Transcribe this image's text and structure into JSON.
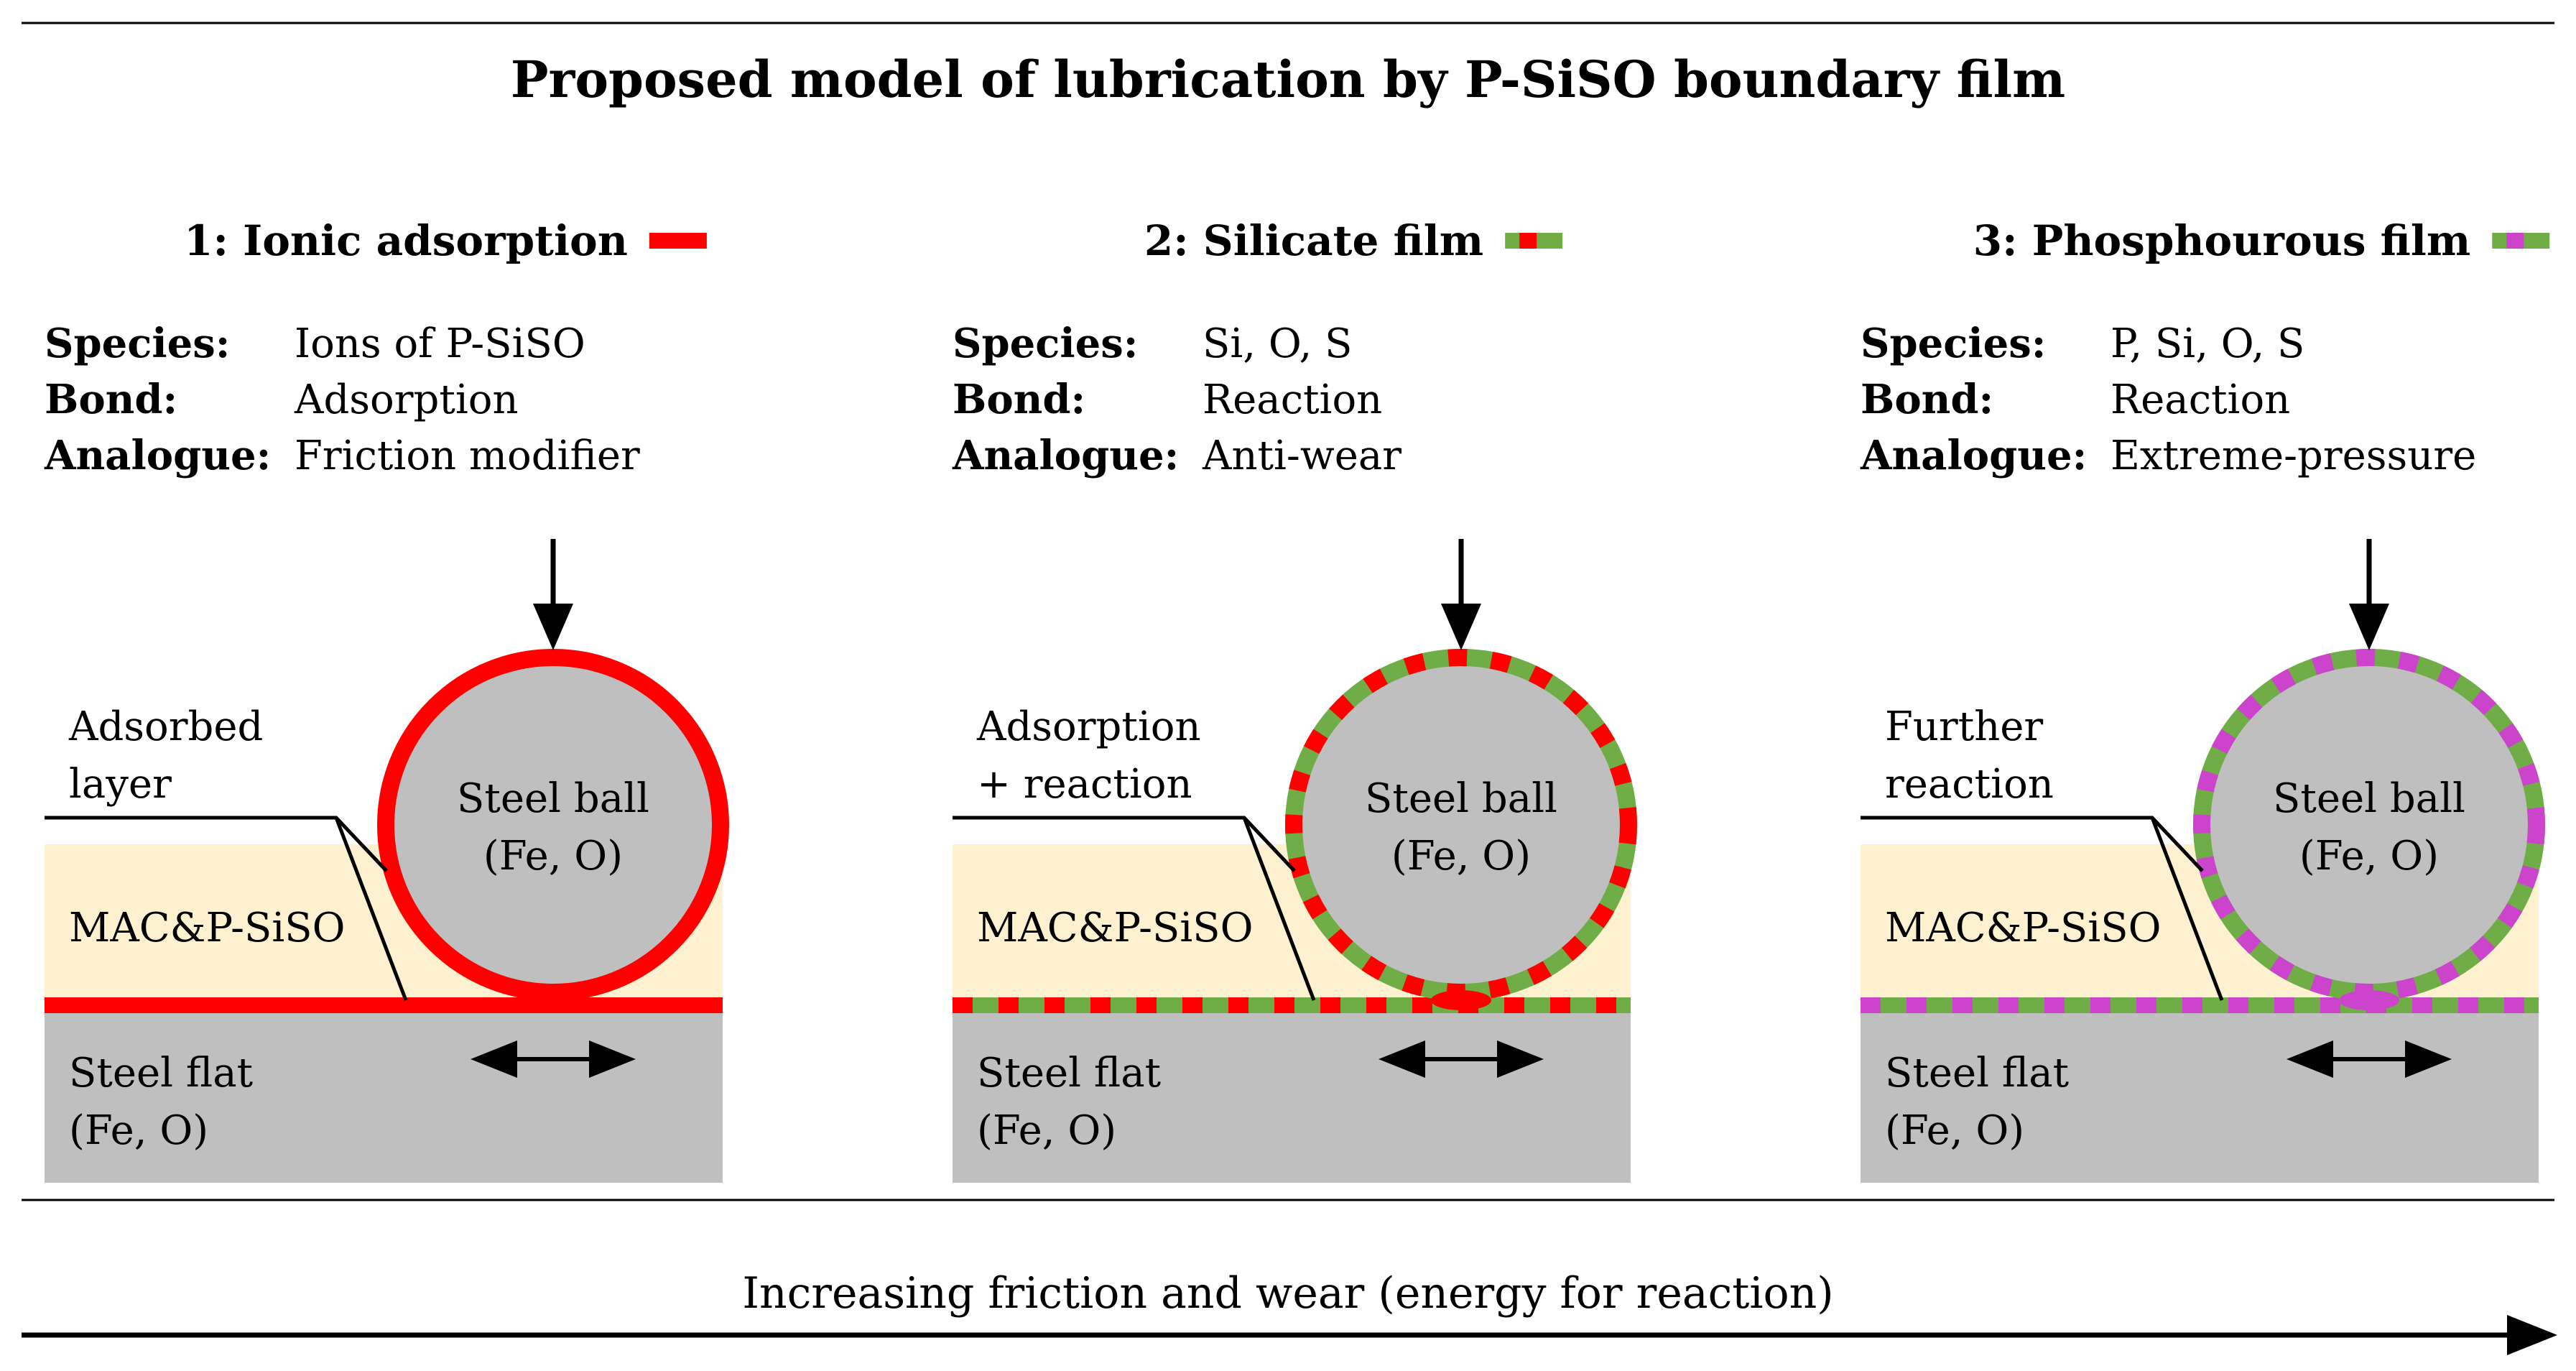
{
  "title": "Proposed model of lubrication by P-SiSO boundary film",
  "footer_label": "Increasing friction and wear (energy for reaction)",
  "colors": {
    "red": "#ff0000",
    "green": "#70ad47",
    "purple": "#cc44cc",
    "oil": "#fdf1cf",
    "steel": "#bfbfbf"
  },
  "panels": [
    {
      "heading": "1: Ionic adsorption",
      "film_style": "red",
      "species_key": "Species:",
      "species_val": "Ions of P-SiSO",
      "bond_key": "Bond:",
      "bond_val": "Adsorption",
      "analogue_key": "Analogue:",
      "analogue_val": "Friction modifier",
      "label_line1": "Adsorbed",
      "label_line2": "layer",
      "ball_line1": "Steel ball",
      "ball_line2": "(Fe, O)",
      "oil_label": "MAC&P-SiSO",
      "flat_line1": "Steel flat",
      "flat_line2": "(Fe, O)"
    },
    {
      "heading": "2: Silicate film",
      "film_style": "green-red",
      "species_key": "Species:",
      "species_val": "Si, O, S",
      "bond_key": "Bond:",
      "bond_val": "Reaction",
      "analogue_key": "Analogue:",
      "analogue_val": "Anti-wear",
      "label_line1": "Adsorption",
      "label_line2": "+ reaction",
      "ball_line1": "Steel ball",
      "ball_line2": "(Fe, O)",
      "oil_label": "MAC&P-SiSO",
      "flat_line1": "Steel flat",
      "flat_line2": "(Fe, O)"
    },
    {
      "heading": "3: Phosphourous film",
      "film_style": "purple-green",
      "species_key": "Species:",
      "species_val": "P, Si, O, S",
      "bond_key": "Bond:",
      "bond_val": "Reaction",
      "analogue_key": "Analogue:",
      "analogue_val": "Extreme-pressure",
      "label_line1": "Further",
      "label_line2": "reaction",
      "ball_line1": "Steel ball",
      "ball_line2": "(Fe, O)",
      "oil_label": "MAC&P-SiSO",
      "flat_line1": "Steel flat",
      "flat_line2": "(Fe, O)"
    }
  ]
}
